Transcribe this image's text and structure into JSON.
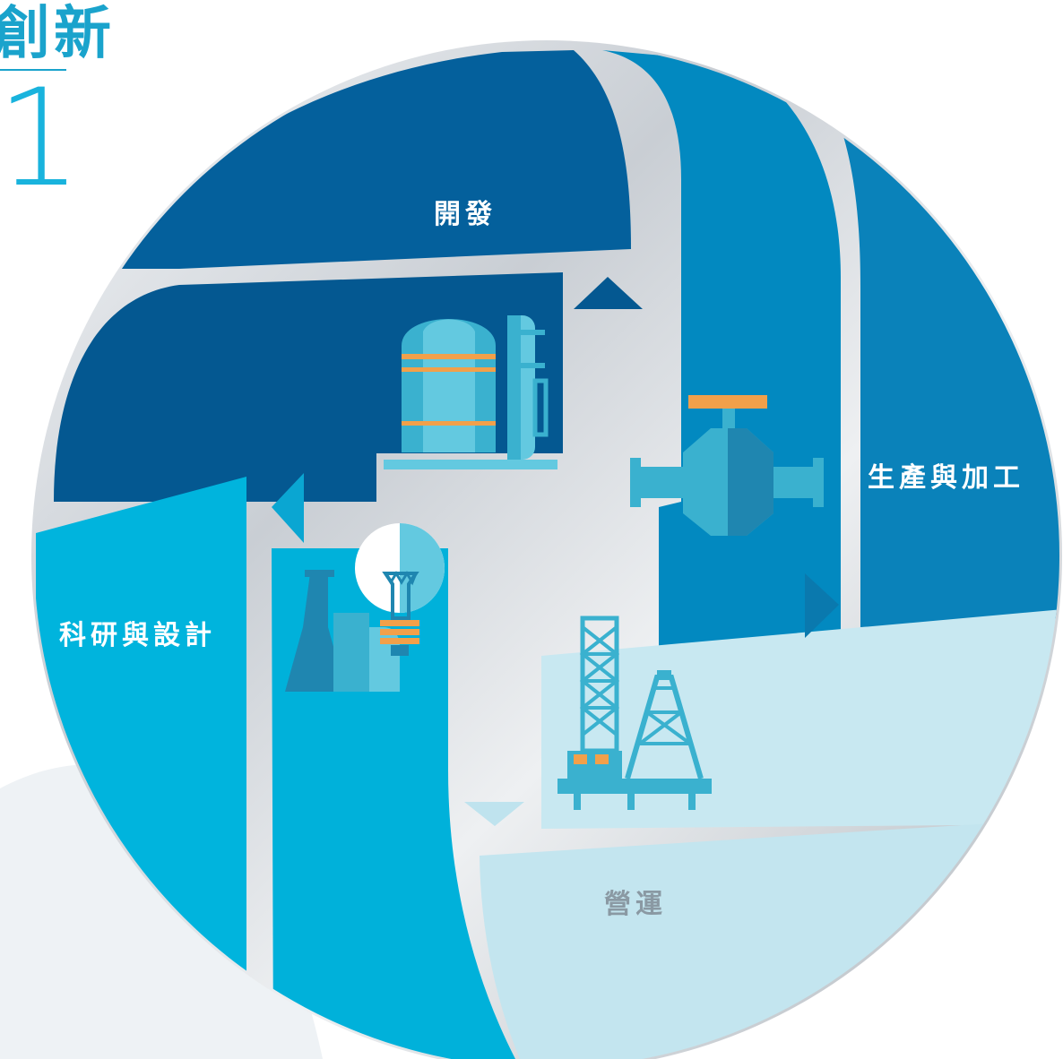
{
  "header": {
    "title": "創新",
    "number": "1"
  },
  "segments": {
    "development": "開發",
    "production": "生產與加工",
    "operations": "營運",
    "research": "科研與設計"
  },
  "colors": {
    "development": "#045891",
    "production": "#0289c0",
    "operations": "#c8e8f1",
    "research": "#00b4dd",
    "accent": "#f2a04a",
    "icon_light": "#63c9e0",
    "icon_mid": "#3ab1cf",
    "icon_dark": "#1f86b0",
    "heading": "#1aa3cc"
  },
  "icons": [
    "refinery-tank-icon",
    "pipe-valve-icon",
    "oil-rig-icon",
    "lab-flask-lightbulb-icon"
  ]
}
